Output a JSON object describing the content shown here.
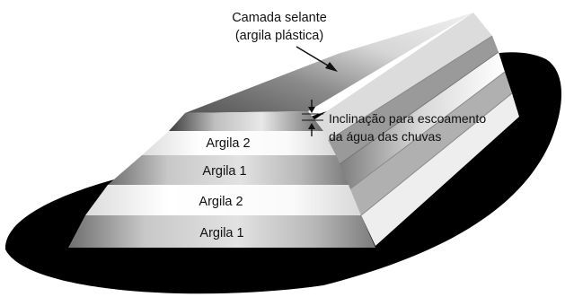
{
  "labels": {
    "sealing_layer_line1": "Camada selante",
    "sealing_layer_line2": "(argila plástica)",
    "slope_line1": "Inclinação para escoamento",
    "slope_line2": "da água das chuvas"
  },
  "layers": [
    {
      "label": "Argila 2",
      "shade": "light"
    },
    {
      "label": "Argila 1",
      "shade": "dark"
    },
    {
      "label": "Argila 2",
      "shade": "light"
    },
    {
      "label": "Argila 1",
      "shade": "dark"
    }
  ],
  "colors": {
    "ground": "#000000",
    "light_layer": "#f7f7f7",
    "dark_layer_mid": "#d4d4d4",
    "dark_layer_edge": "#7a7a7a",
    "cap_dark": "#4a4a4a"
  }
}
